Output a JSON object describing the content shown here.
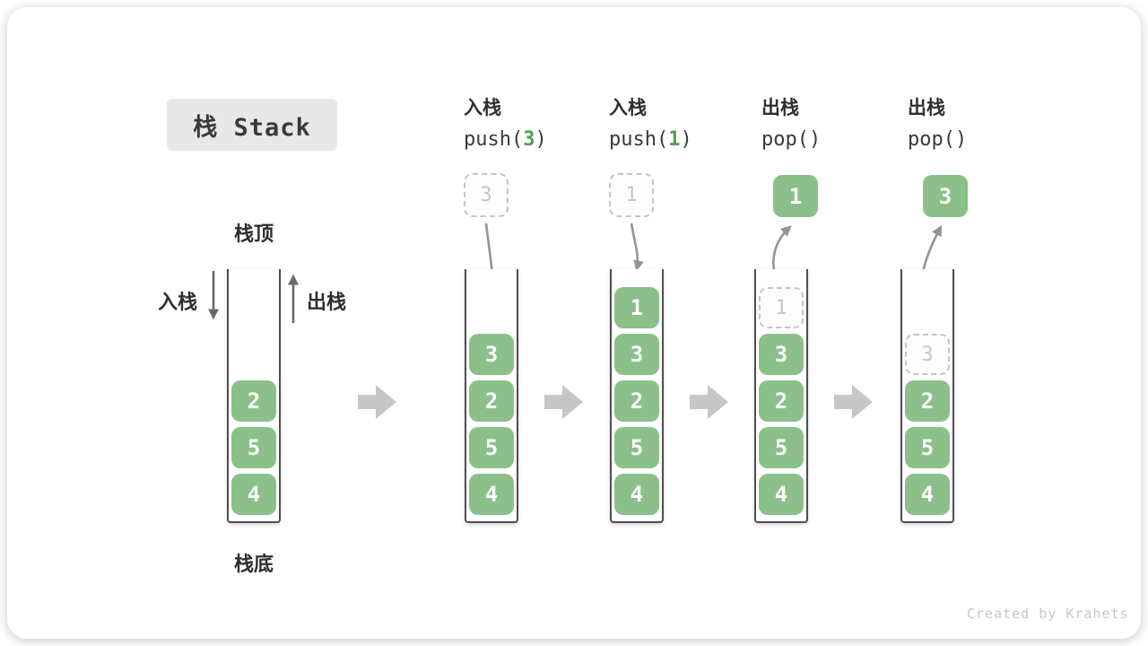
{
  "title": "栈 Stack",
  "labels": {
    "stack_top": "栈顶",
    "stack_bottom": "栈底",
    "push_side": "入栈",
    "pop_side": "出栈"
  },
  "operations": [
    {
      "name": "入栈",
      "code_pre": "push(",
      "code_arg": "3",
      "code_post": ")"
    },
    {
      "name": "入栈",
      "code_pre": "push(",
      "code_arg": "1",
      "code_post": ")"
    },
    {
      "name": "出栈",
      "code_pre": "pop(",
      "code_arg": "",
      "code_post": ")"
    },
    {
      "name": "出栈",
      "code_pre": "pop(",
      "code_arg": "",
      "code_post": ")"
    }
  ],
  "states": [
    {
      "blocks": [
        "2",
        "5",
        "4"
      ]
    },
    {
      "incoming": "3",
      "blocks": [
        "3",
        "2",
        "5",
        "4"
      ]
    },
    {
      "incoming": "1",
      "blocks": [
        "1",
        "3",
        "2",
        "5",
        "4"
      ]
    },
    {
      "outgoing": "1",
      "ghost": "1",
      "blocks": [
        "3",
        "2",
        "5",
        "4"
      ]
    },
    {
      "outgoing": "3",
      "ghost": "3",
      "blocks": [
        "2",
        "5",
        "4"
      ]
    }
  ],
  "icons": {
    "flow_arrow": "right-block-arrow",
    "push_direction": "down-arrow",
    "pop_direction": "up-arrow"
  },
  "colors": {
    "block_green": "#8BC08A",
    "code_arg_green": "#4FA04F",
    "flow_arrow_gray": "#C6C6C6",
    "curve_arrow_gray": "#949494",
    "side_arrow_gray": "#6A6A6A",
    "dashed_gray": "#C4C4C4",
    "container_line": "#4F4F4F",
    "title_bg": "#E8E8E8",
    "ink": "#3A3A3A",
    "watermark_gray": "#C8C8C8"
  },
  "watermark": "Created by Krahets"
}
